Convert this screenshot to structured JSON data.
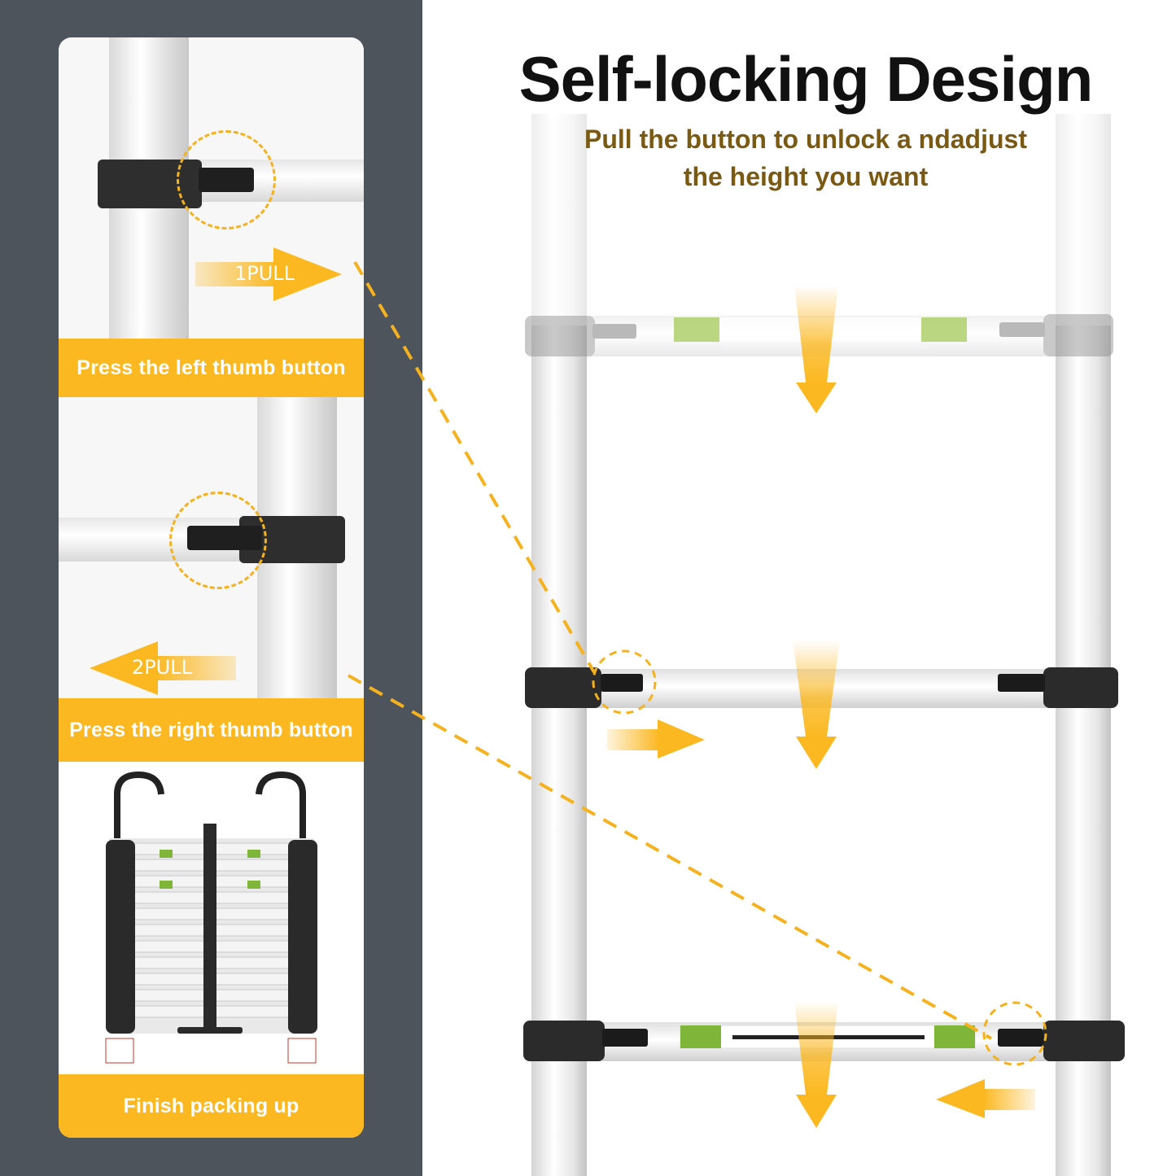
{
  "title": "Self-locking Design",
  "subtitle": "Pull the button to unlock a ndadjust the height you want",
  "steps": [
    {
      "pull_label": "1PULL",
      "caption": "Press the left thumb button"
    },
    {
      "pull_label": "2PULL",
      "caption": "Press the right thumb button"
    },
    {
      "caption": "Finish packing up"
    }
  ],
  "colors": {
    "accent": "#fbb821",
    "dark": "#4e545b",
    "subtitle": "#7a5a12"
  },
  "icons": [
    "arrow-right-icon",
    "arrow-left-icon",
    "arrow-down-icon",
    "dashed-circle-icon"
  ]
}
